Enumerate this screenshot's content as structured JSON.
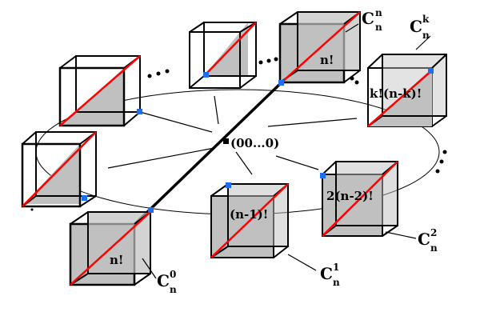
{
  "origin_label": "(00...0)",
  "cubes": [
    {
      "id": "c0",
      "label": "n!",
      "c_sub": "n",
      "c_sup": "0"
    },
    {
      "id": "c1",
      "label": "(n-1)!",
      "c_sub": "n",
      "c_sup": "1"
    },
    {
      "id": "c2",
      "label": "2(n-2)!",
      "c_sub": "n",
      "c_sup": "2"
    },
    {
      "id": "ck",
      "label": "k!(n-k)!",
      "c_sub": "n",
      "c_sup": "k"
    },
    {
      "id": "cn",
      "label": "n!",
      "c_sub": "n",
      "c_sup": "n"
    }
  ],
  "colors": {
    "face": "#c0c0c0",
    "edge": "#000000",
    "diagonal": "#ff0000",
    "vertex": "#1e6ff0"
  }
}
